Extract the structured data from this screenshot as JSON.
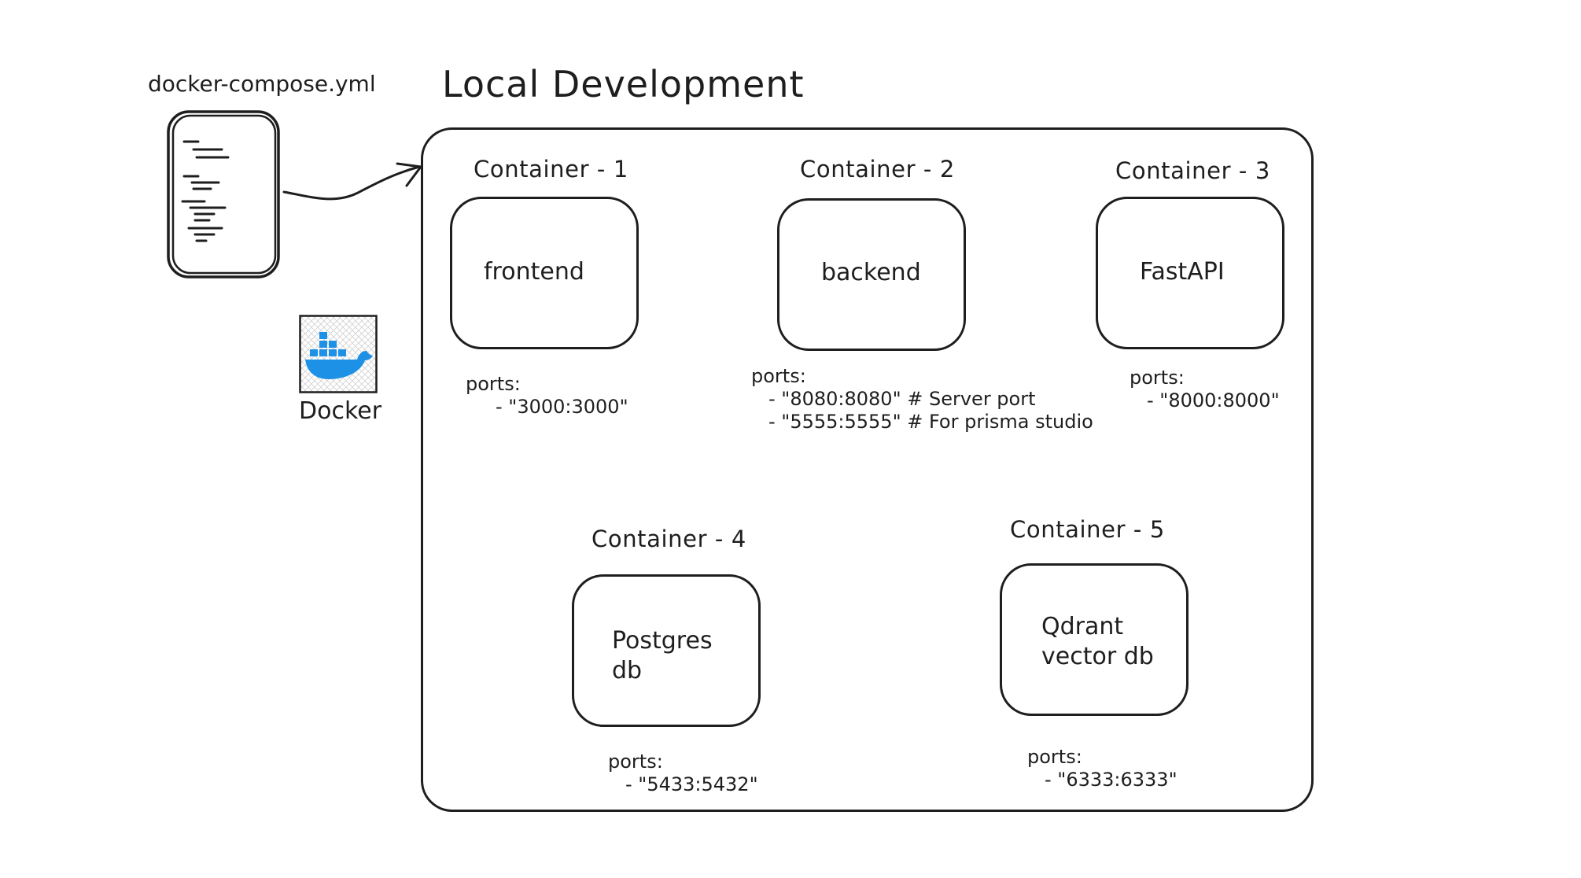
{
  "title": "Local Development",
  "compose_file": {
    "label": "docker-compose.yml",
    "icon": "document-icon"
  },
  "docker": {
    "label": "Docker",
    "icon": "docker-whale-icon",
    "color": "#1d91e6"
  },
  "containers": [
    {
      "title": "Container - 1",
      "service": "frontend",
      "ports_label": "ports:",
      "ports": [
        "- \"3000:3000\""
      ]
    },
    {
      "title": "Container - 2",
      "service": "backend",
      "ports_label": "ports:",
      "ports": [
        "- \"8080:8080\" # Server port",
        "- \"5555:5555\" # For prisma studio"
      ]
    },
    {
      "title": "Container - 3",
      "service": "FastAPI",
      "ports_label": "ports:",
      "ports": [
        "- \"8000:8000\""
      ]
    },
    {
      "title": "Container - 4",
      "service": "Postgres\ndb",
      "ports_label": "ports:",
      "ports": [
        "- \"5433:5432\""
      ]
    },
    {
      "title": "Container - 5",
      "service": "Qdrant\nvector db",
      "ports_label": "ports:",
      "ports": [
        "- \"6333:6333\""
      ]
    }
  ]
}
